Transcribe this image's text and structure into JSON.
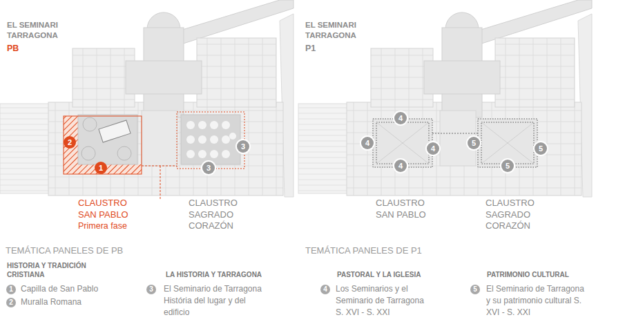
{
  "diagram": {
    "nodes": [
      {
        "text": [
          "2"
        ]
      },
      {
        "text": [
          "1"
        ]
      },
      {
        "text": [
          "3"
        ]
      },
      {
        "text": [
          "3"
        ]
      },
      {
        "text": [
          "4"
        ]
      },
      {
        "text": [
          "4"
        ]
      },
      {
        "text": [
          "4"
        ]
      },
      {
        "text": [
          "4"
        ]
      },
      {
        "text": [
          "5"
        ]
      },
      {
        "text": [
          "5"
        ]
      },
      {
        "text": [
          "5"
        ]
      },
      {
        "text": [
          "1",
          "Capilla de San Pablo"
        ]
      },
      {
        "text": [
          "2",
          "Muralla Romana"
        ]
      },
      {
        "text": [
          "3",
          "El Seminario de Tarragona História del lugar y del edificio"
        ]
      },
      {
        "text": [
          "4",
          "Los Seminarios y el Seminario de Tarragona S. XVI - S. XXI"
        ]
      },
      {
        "text": [
          "5",
          "El Seminario de Tarragona y su patrimonio cultural S. XVI - S. XXI"
        ]
      }
    ],
    "labels": [
      "EL SEMINARI TARRAGONA",
      "PB",
      "EL SEMINARI TARRAGONA",
      "P1",
      "CLAUSTRO SAN PABLO",
      "Primera fase",
      "CLAUSTRO SAGRADO CORAZÓN",
      "CLAUSTRO SAN PABLO",
      "CLAUSTRO SAGRADO CORAZÓN",
      "TEMÁTICA PANELES DE PB",
      "HISTORIA Y TRADICIÓN CRISTIANA",
      "LA HISTORIA Y TARRAGONA",
      "TEMÁTICA PANELES DE P1",
      "PASTORAL Y LA IGLESIA",
      "PATRIMONIO CULTURAL"
    ]
  }
}
